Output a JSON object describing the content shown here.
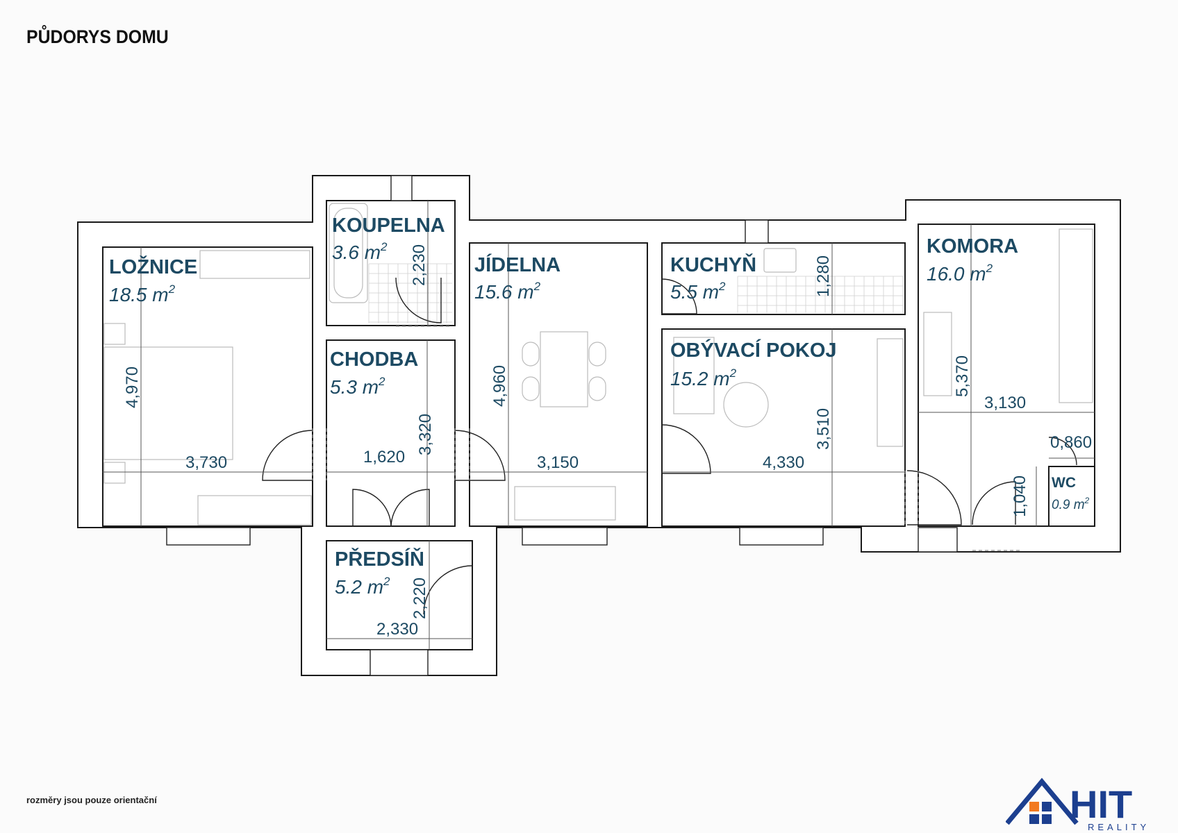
{
  "title": "PŮDORYS DOMU",
  "footnote": "rozměry jsou pouze orientační",
  "rooms": {
    "loznice": {
      "name": "LOŽNICE",
      "area": "18.5 m",
      "sup": "2"
    },
    "koupelna": {
      "name": "KOUPELNA",
      "area": "3.6 m",
      "sup": "2"
    },
    "jidelna": {
      "name": "JÍDELNA",
      "area": "15.6 m",
      "sup": "2"
    },
    "kuchyn": {
      "name": "KUCHYŇ",
      "area": "5.5 m",
      "sup": "2"
    },
    "komora": {
      "name": "KOMORA",
      "area": "16.0 m",
      "sup": "2"
    },
    "chodba": {
      "name": "CHODBA",
      "area": "5.3 m",
      "sup": "2"
    },
    "obyvaci": {
      "name": "OBÝVACÍ POKOJ",
      "area": "15.2 m",
      "sup": "2"
    },
    "wc": {
      "name": "WC",
      "area": "0.9 m",
      "sup": "2"
    },
    "predsin": {
      "name": "PŘEDSÍŇ",
      "area": "5.2 m",
      "sup": "2"
    }
  },
  "dimensions": {
    "loznice_w": "3,730",
    "loznice_h": "4,970",
    "koupelna_h": "2,230",
    "chodba_w": "1,620",
    "chodba_h": "3,320",
    "jidelna_w": "3,150",
    "jidelna_h": "4,960",
    "kuchyn_h": "1,280",
    "obyvaci_w": "4,330",
    "obyvaci_h": "3,510",
    "komora_w": "3,130",
    "komora_h": "5,370",
    "wc_w": "0,860",
    "wc_h": "1,040",
    "predsin_w": "2,330",
    "predsin_h": "2,220"
  },
  "logo": {
    "brand": "HIT",
    "sub": "REALITY",
    "color_blue": "#1c3f8f",
    "color_orange": "#f27a20"
  },
  "colors": {
    "label": "#1d4a63",
    "wall": "#1a1a1a"
  }
}
